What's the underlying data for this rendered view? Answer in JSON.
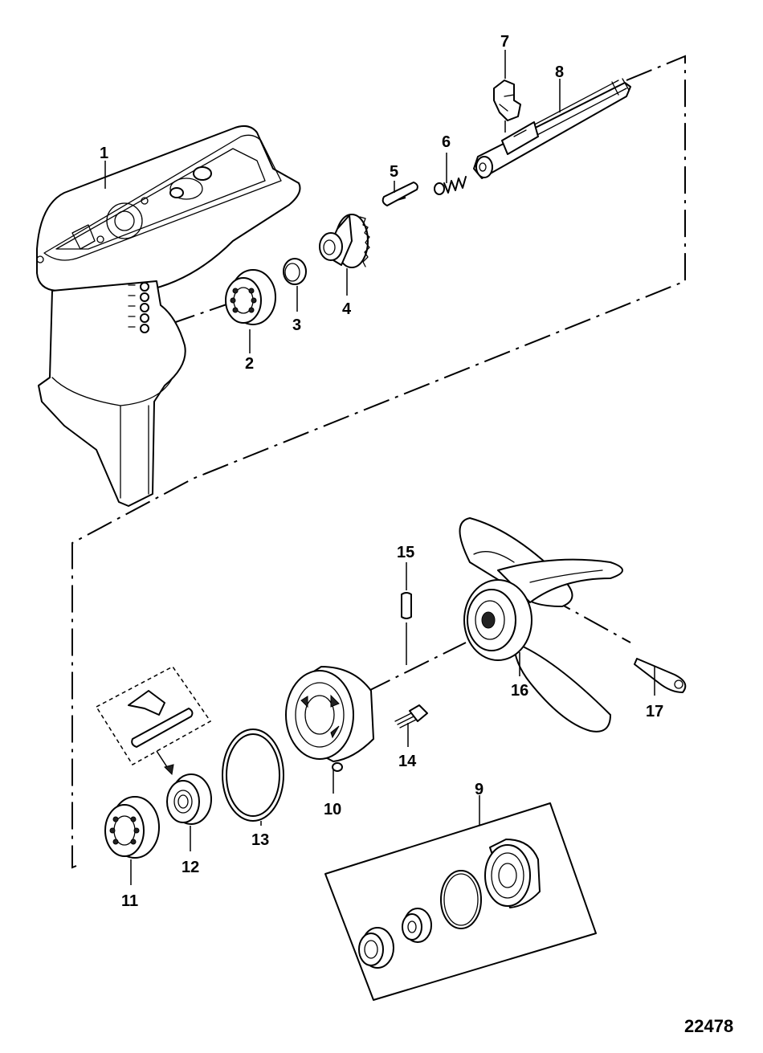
{
  "diagram": {
    "figure_number": "22478",
    "callouts": {
      "c1": "1",
      "c2": "2",
      "c3": "3",
      "c4": "4",
      "c5": "5",
      "c6": "6",
      "c7": "7",
      "c8": "8",
      "c9": "9",
      "c10": "10",
      "c11": "11",
      "c12": "12",
      "c13": "13",
      "c14": "14",
      "c15": "15",
      "c16": "16",
      "c17": "17"
    }
  }
}
